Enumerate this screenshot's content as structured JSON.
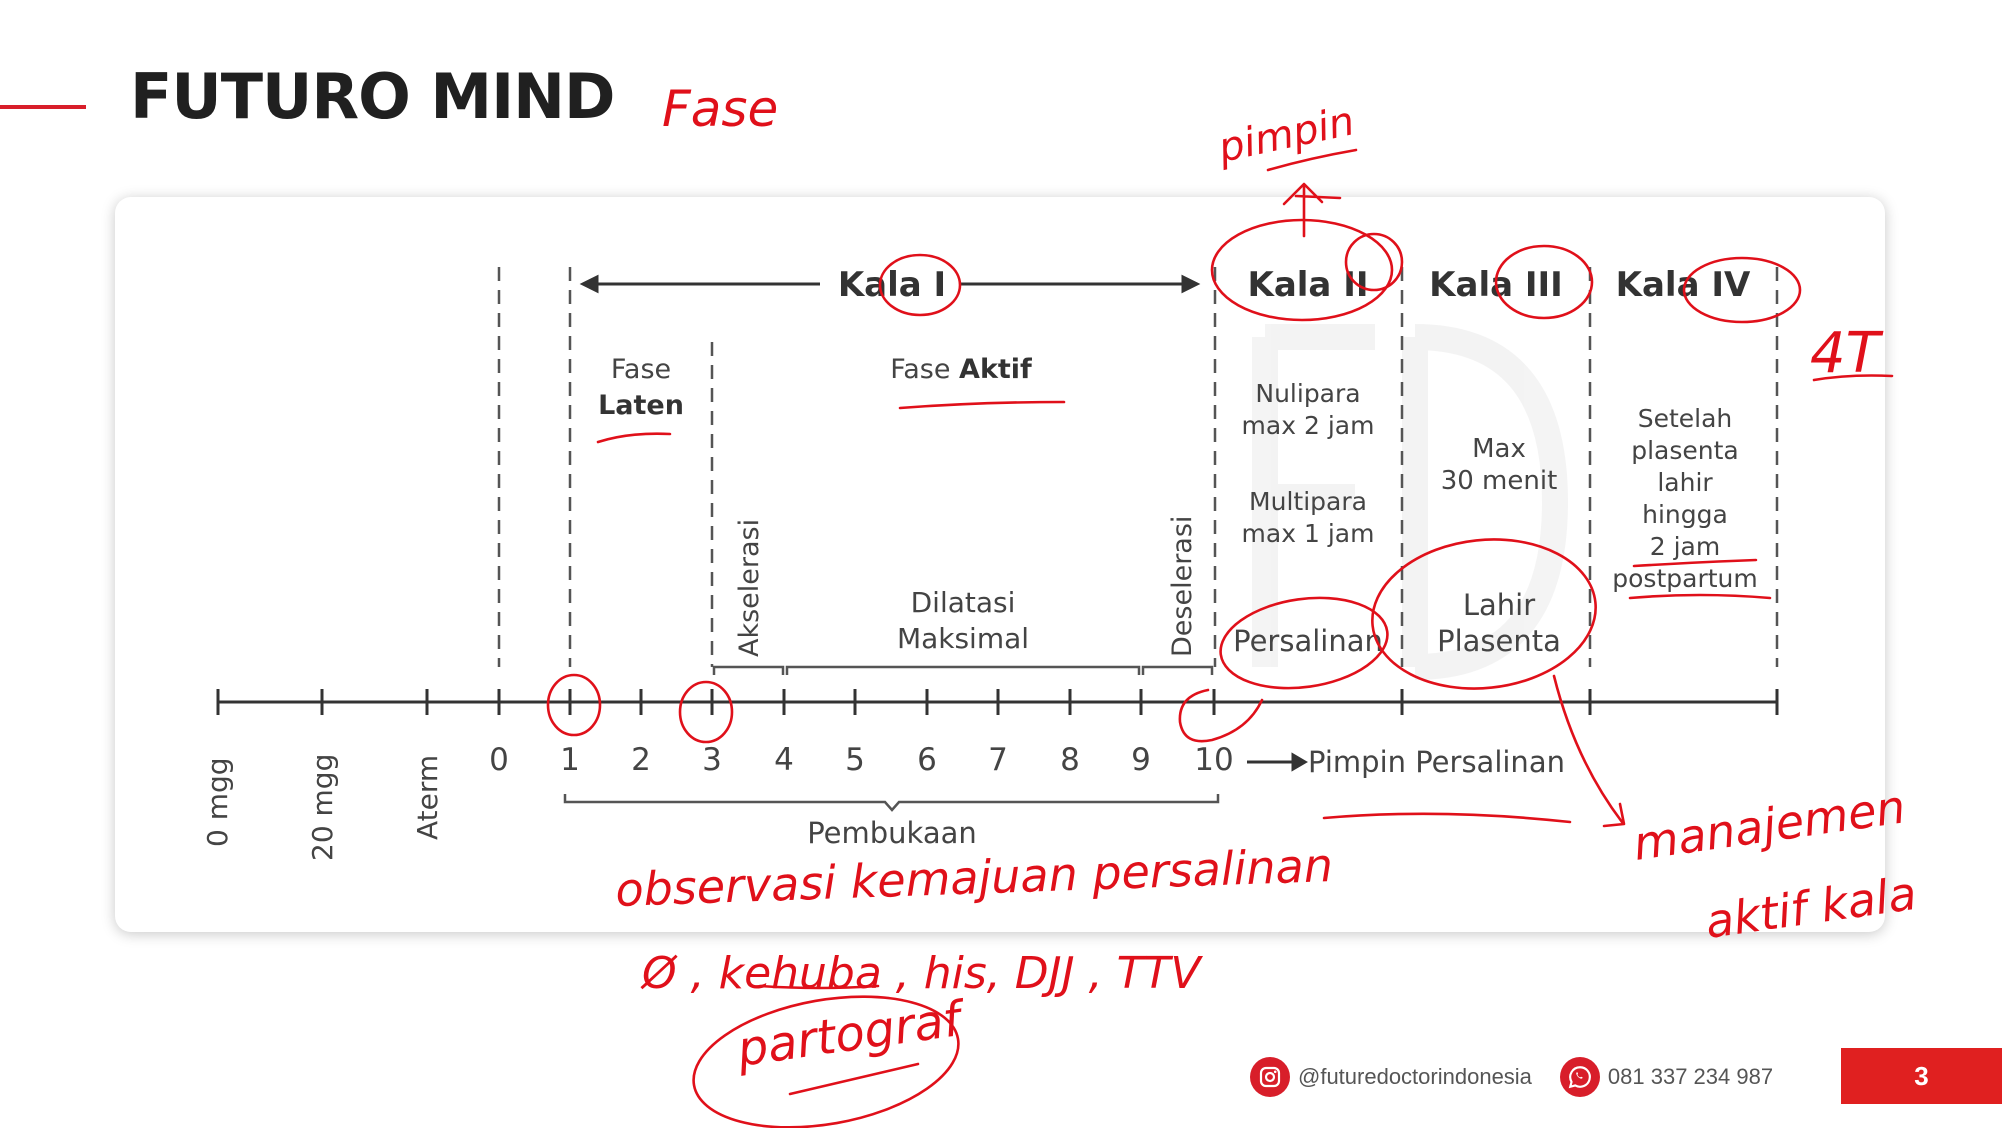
{
  "slide": {
    "title": "FUTURO MIND",
    "page_number": "3"
  },
  "diagram": {
    "stages": [
      "Kala I",
      "Kala II",
      "Kala III",
      "Kala IV"
    ],
    "phase_latent": [
      "Fase",
      "Laten"
    ],
    "phase_active": [
      "Fase ",
      "Aktif"
    ],
    "acceleration": "Akselerasi",
    "deceleration": "Deselerasi",
    "max_dilation": [
      "Dilatasi",
      "Maksimal"
    ],
    "kala2_nullipara": [
      "Nulipara",
      "max 2 jam"
    ],
    "kala2_multipara": [
      "Multipara",
      "max 1 jam"
    ],
    "kala2_event": "Persalinan",
    "kala3_duration": [
      "Max",
      "30 menit"
    ],
    "kala3_event": [
      "Lahir",
      "Plasenta"
    ],
    "kala4_desc": [
      "Setelah",
      "plasenta",
      "lahir",
      "hingga",
      "2 jam",
      "postpartum"
    ],
    "axis_pre_labels": [
      "0 mgg",
      "20 mgg",
      "Aterm"
    ],
    "axis_cm_labels": [
      "0",
      "1",
      "2",
      "3",
      "4",
      "5",
      "6",
      "7",
      "8",
      "9",
      "10"
    ],
    "push_label": "Pimpin Persalinan",
    "dilation_label": "Pembukaan"
  },
  "handwriting": {
    "fase": "Fase",
    "pimpin": "pimpin",
    "four_t": "4T",
    "observasi": "observasi kemajuan persalinan",
    "checks": "Ø , kehuba , his, DJJ , TTV",
    "partograf": "partograf",
    "manajemen": "manajemen",
    "aktif_kala": "aktif kala"
  },
  "footer": {
    "instagram_handle": "@futuredoctorindonesia",
    "whatsapp_number": "081 337 234 987"
  },
  "colors": {
    "accent": "#d81e2a",
    "ink": "#e0101a",
    "diagram_text": "#444444"
  }
}
